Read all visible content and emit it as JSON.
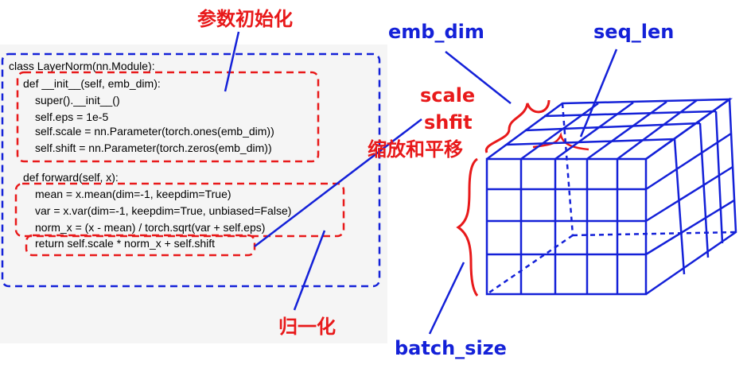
{
  "colors": {
    "red": "#e8191a",
    "blue": "#1421d8",
    "panel": "#f5f5f5"
  },
  "code": {
    "lines": [
      "class LayerNorm(nn.Module):",
      "def __init__(self, emb_dim):",
      "super().__init__()",
      "self.eps = 1e-5",
      "self.scale = nn.Parameter(torch.ones(emb_dim))",
      "self.shift = nn.Parameter(torch.zeros(emb_dim))",
      "def forward(self, x):",
      "mean = x.mean(dim=-1, keepdim=True)",
      "var = x.var(dim=-1, keepdim=True, unbiased=False)",
      "norm_x = (x - mean) / torch.sqrt(var + self.eps)",
      "return self.scale * norm_x + self.shift"
    ]
  },
  "annotations": {
    "init_params": "参数初始化",
    "normalize": "归一化",
    "scale": "scale",
    "shift": "shfit",
    "scale_shift": "缩放和平移",
    "emb_dim": "emb_dim",
    "seq_len": "seq_len",
    "batch_size": "batch_size"
  }
}
